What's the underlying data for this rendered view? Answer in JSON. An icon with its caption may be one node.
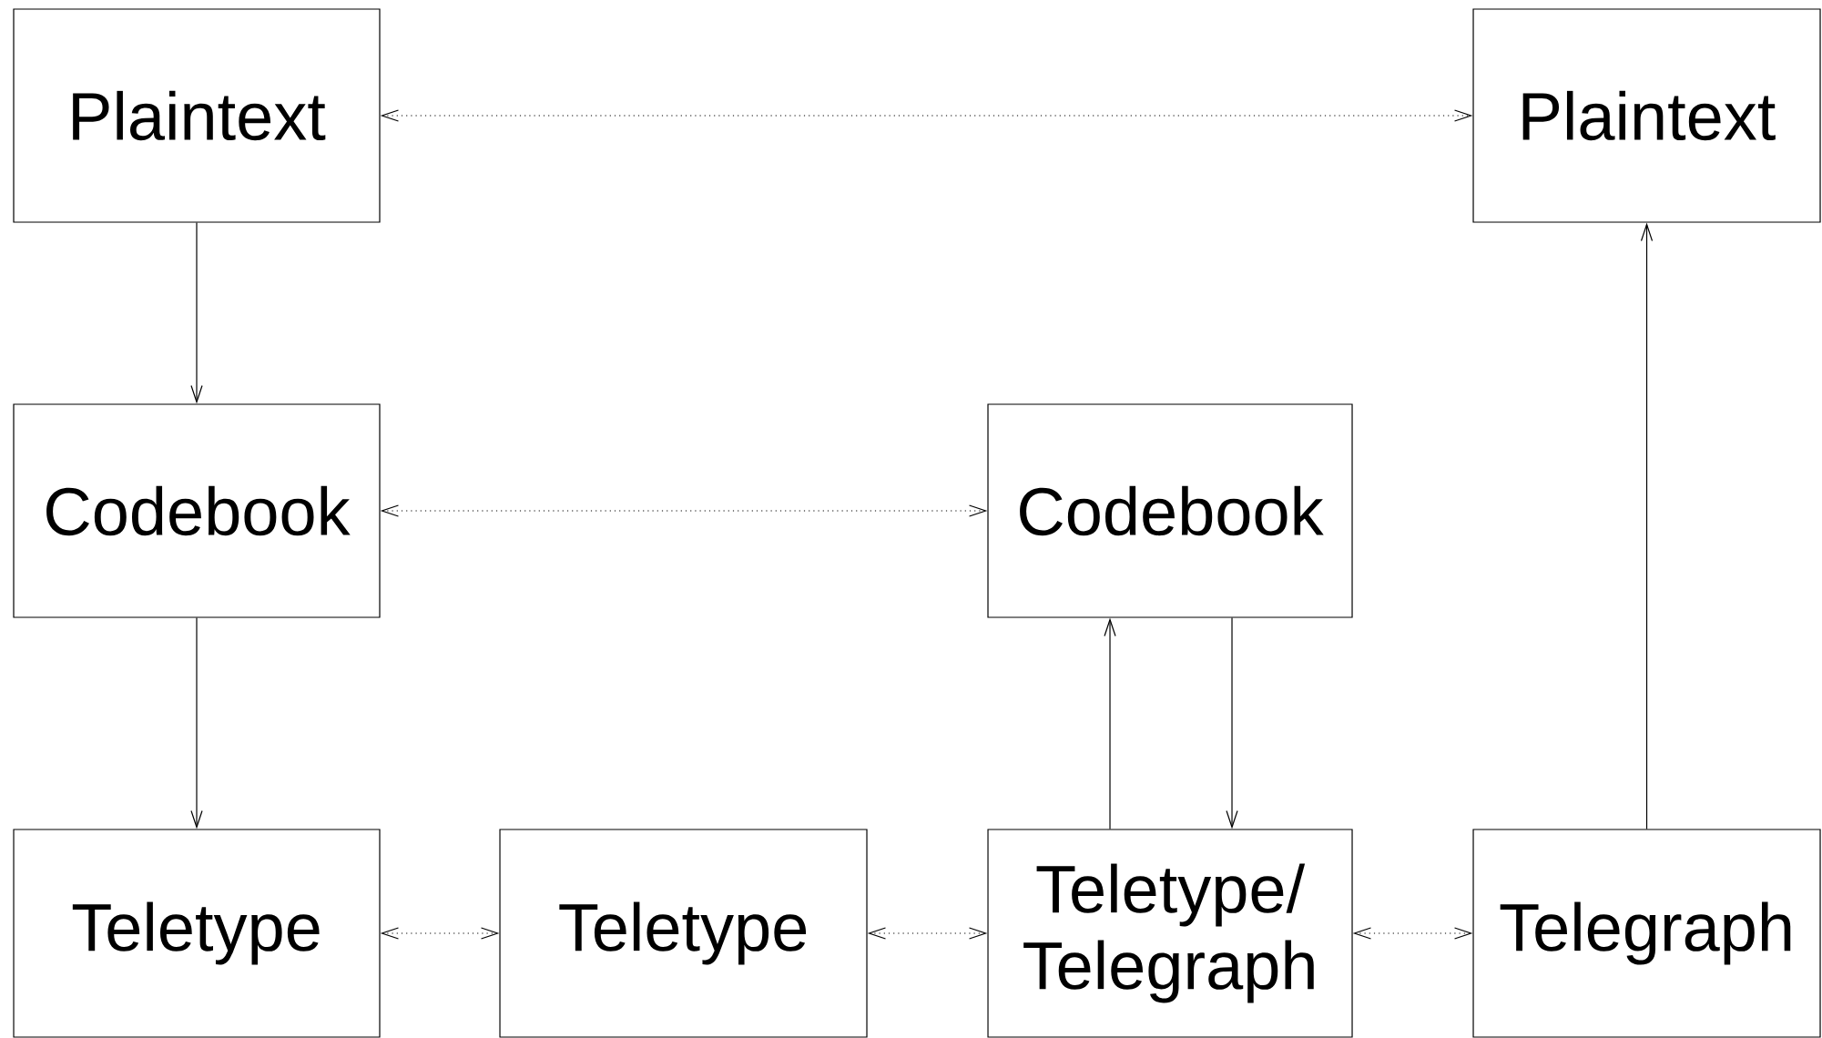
{
  "diagram": {
    "nodes": [
      {
        "text": [
          "Plaintext"
        ]
      },
      {
        "text": [
          "Plaintext"
        ]
      },
      {
        "text": [
          "Codebook"
        ]
      },
      {
        "text": [
          "Codebook"
        ]
      },
      {
        "text": [
          "Teletype"
        ]
      },
      {
        "text": [
          "Teletype"
        ]
      },
      {
        "text": [
          "Teletype/ Telegraph"
        ]
      },
      {
        "text": [
          "Telegraph"
        ]
      }
    ],
    "edges": [
      {
        "from": 0,
        "to": 1,
        "arrow": "both",
        "style": "dashed"
      },
      {
        "from": 0,
        "to": 2,
        "arrow": "to"
      },
      {
        "from": 2,
        "to": 3,
        "arrow": "both",
        "style": "dashed"
      },
      {
        "from": 2,
        "to": 4,
        "arrow": "to"
      },
      {
        "from": 6,
        "to": 3,
        "arrow": "to"
      },
      {
        "from": 3,
        "to": 6,
        "arrow": "to"
      },
      {
        "from": 7,
        "to": 1,
        "arrow": "to"
      },
      {
        "from": 4,
        "to": 5,
        "arrow": "both",
        "style": "dashed"
      },
      {
        "from": 5,
        "to": 6,
        "arrow": "both",
        "style": "dashed"
      },
      {
        "from": 6,
        "to": 7,
        "arrow": "both",
        "style": "dashed"
      }
    ]
  }
}
